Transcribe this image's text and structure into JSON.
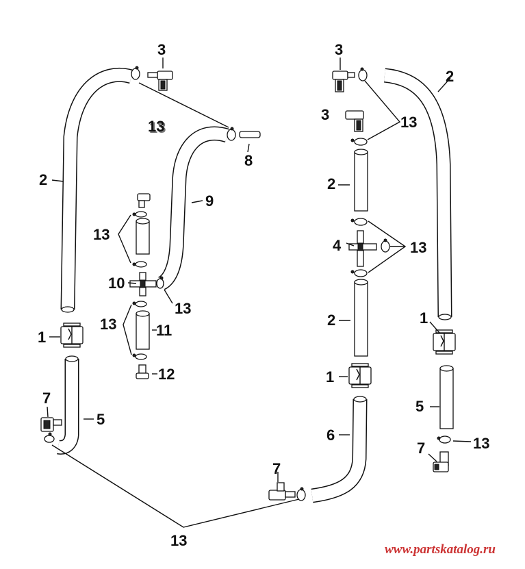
{
  "callouts": {
    "c1": "3",
    "c2": "13",
    "c3": "8",
    "c4": "2",
    "c5": "9",
    "c6": "13",
    "c7": "10",
    "c8": "13",
    "c9": "13",
    "c10": "11",
    "c11": "12",
    "c12": "1",
    "c13": "7",
    "c14": "5",
    "c15": "13",
    "c16": "7",
    "c17": "3",
    "c18": "3",
    "c19": "13",
    "c20": "2",
    "c21": "2",
    "c22": "4",
    "c23": "13",
    "c24": "2",
    "c25": "1",
    "c26": "6",
    "c27": "1",
    "c28": "5",
    "c29": "7",
    "c30": "13"
  },
  "watermark": "www.partskatalog.ru"
}
